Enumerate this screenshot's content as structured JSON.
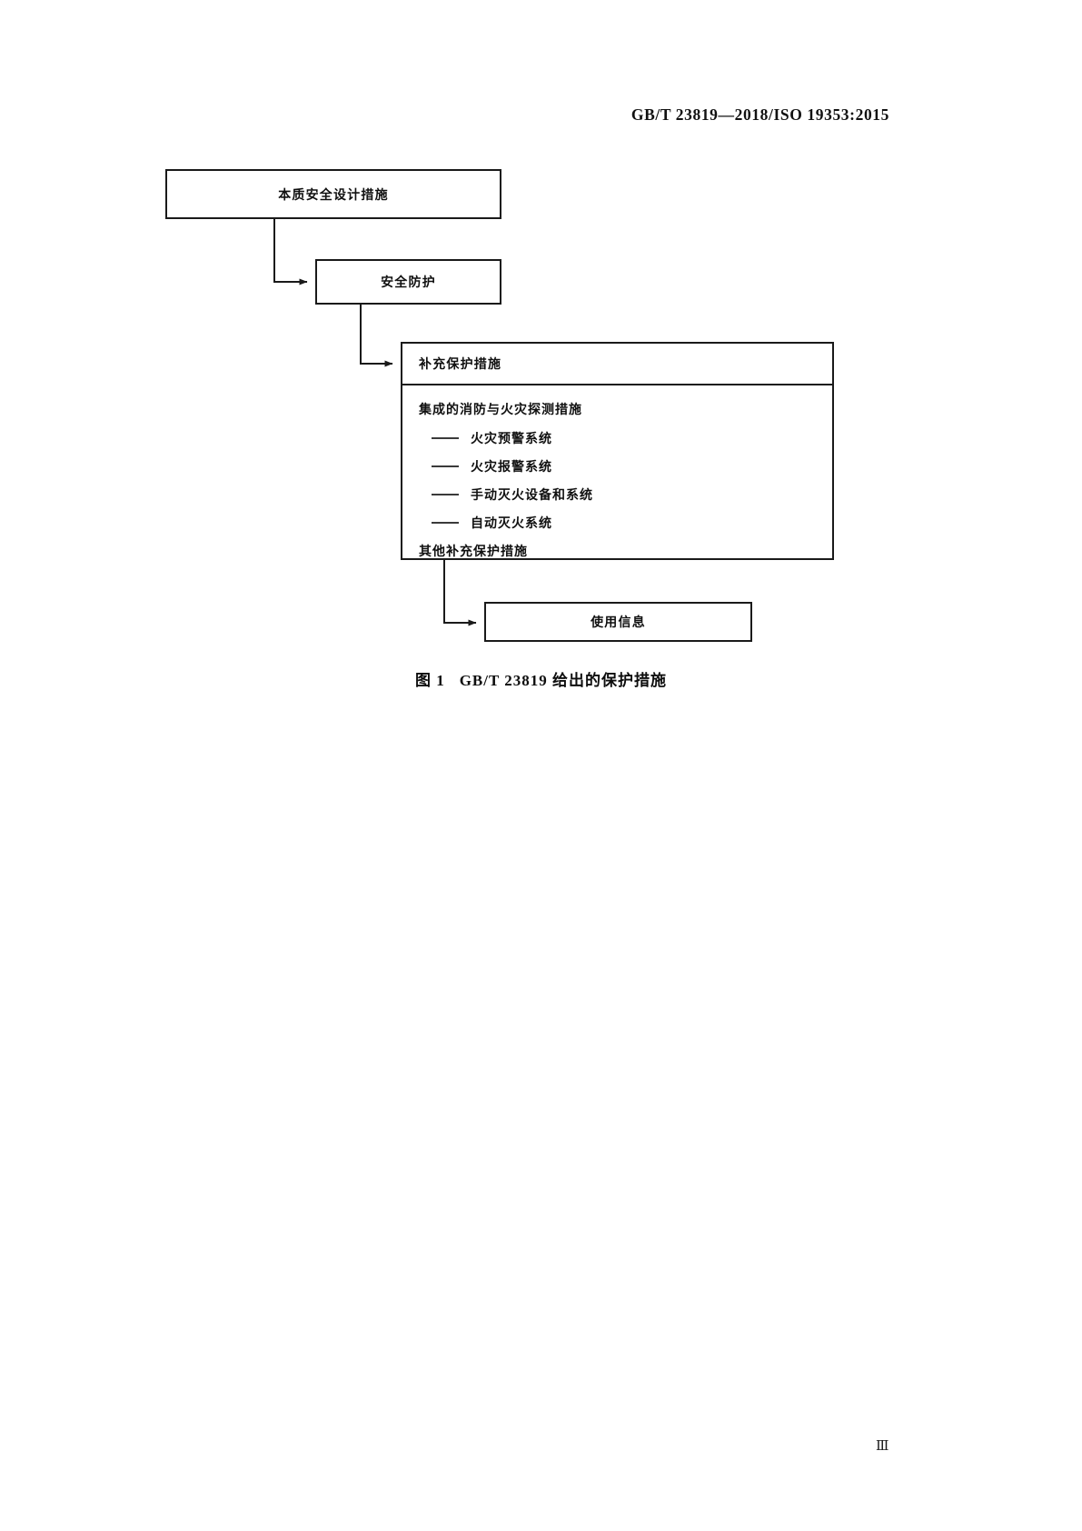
{
  "header": {
    "standard_code": "GB/T 23819—2018/ISO 19353:2015"
  },
  "figure": {
    "caption_number": "图 1",
    "caption_text": "GB/T 23819 给出的保护措施",
    "nodes": {
      "design": "本质安全设计措施",
      "safeguard": "安全防护",
      "complementary_header": "补充保护措施",
      "complementary_body_title": "集成的消防与火灾探测措施",
      "complementary_items": [
        "火灾预警系统",
        "火灾报警系统",
        "手动灭火设备和系统",
        "自动灭火系统"
      ],
      "complementary_footer": "其他补充保护措施",
      "information": "使用信息"
    },
    "colors": {
      "border": "#1a1a1a",
      "text": "#101010",
      "connector": "#1a1a1a"
    }
  },
  "footer": {
    "page_number": "Ⅲ"
  }
}
